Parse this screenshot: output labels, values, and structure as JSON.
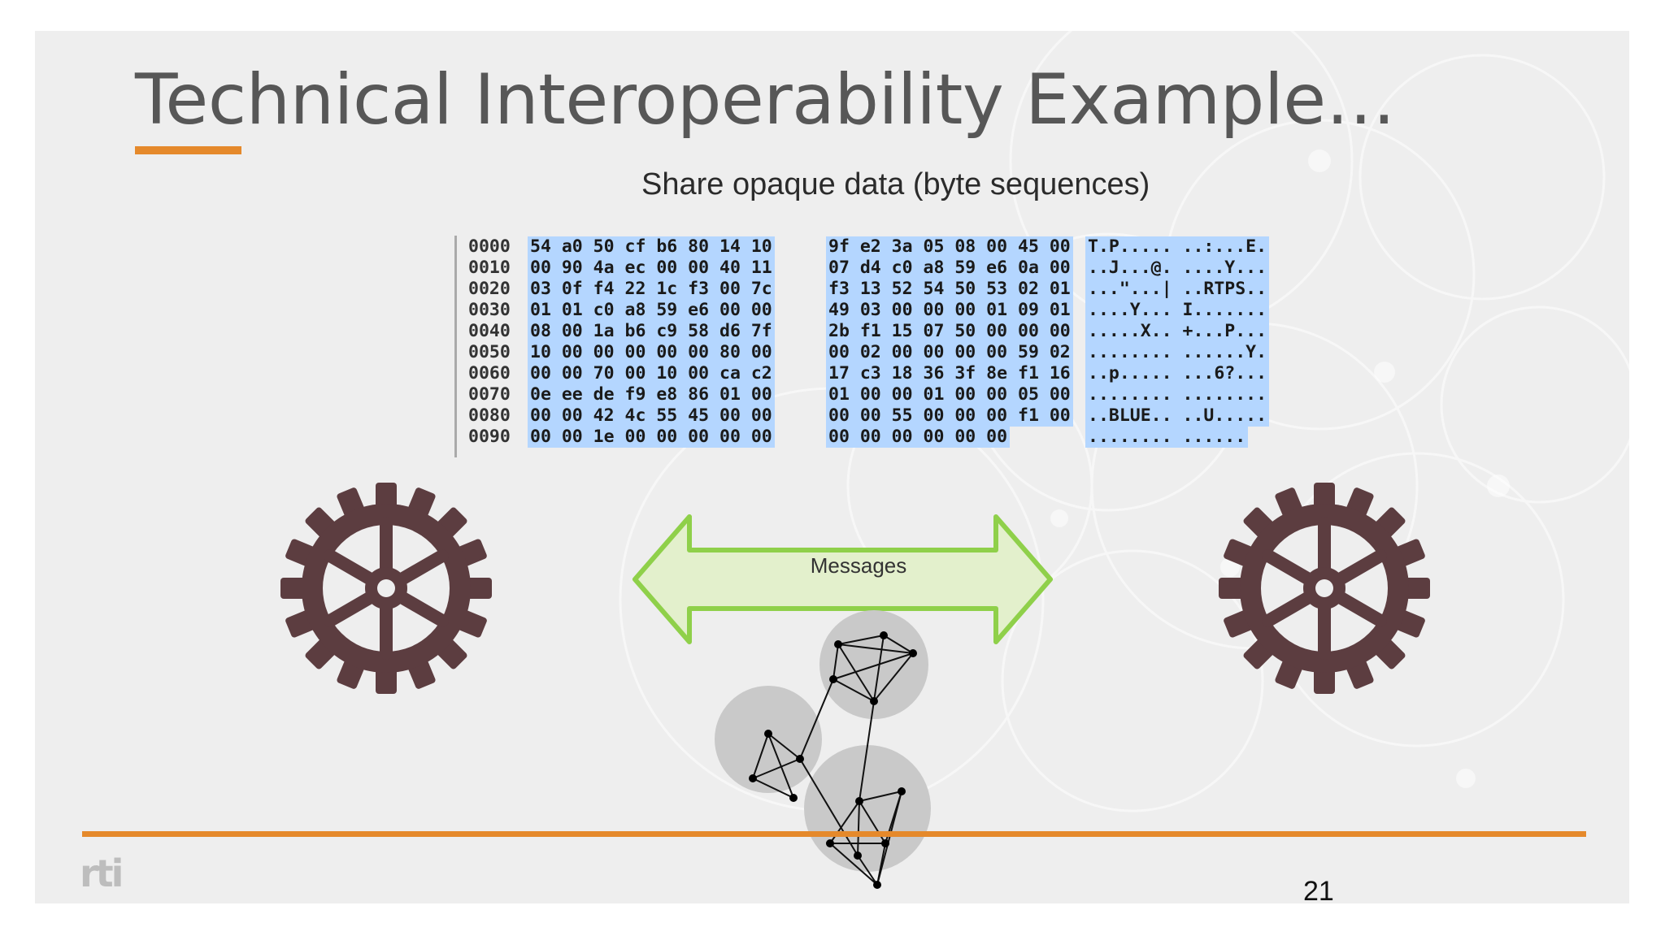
{
  "slide": {
    "title": "Technical Interoperability Example…",
    "subtitle": "Share opaque data (byte sequences)",
    "arrow_label": "Messages",
    "page_number": "21",
    "logo_text": "rti"
  },
  "hexdump": [
    {
      "offset": "0000",
      "hex1": "54 a0 50 cf b6 80 14 10",
      "hex2": "9f e2 3a 05 08 00 45 00",
      "ascii": "T.P..... ..:...E."
    },
    {
      "offset": "0010",
      "hex1": "00 90 4a ec 00 00 40 11",
      "hex2": "07 d4 c0 a8 59 e6 0a 00",
      "ascii": "..J...@. ....Y..."
    },
    {
      "offset": "0020",
      "hex1": "03 0f f4 22 1c f3 00 7c",
      "hex2": "f3 13 52 54 50 53 02 01",
      "ascii": "...\"...| ..RTPS.."
    },
    {
      "offset": "0030",
      "hex1": "01 01 c0 a8 59 e6 00 00",
      "hex2": "49 03 00 00 00 01 09 01",
      "ascii": "....Y... I......."
    },
    {
      "offset": "0040",
      "hex1": "08 00 1a b6 c9 58 d6 7f",
      "hex2": "2b f1 15 07 50 00 00 00",
      "ascii": ".....X.. +...P..."
    },
    {
      "offset": "0050",
      "hex1": "10 00 00 00 00 00 80 00",
      "hex2": "00 02 00 00 00 00 59 02",
      "ascii": "........ ......Y."
    },
    {
      "offset": "0060",
      "hex1": "00 00 70 00 10 00 ca c2",
      "hex2": "17 c3 18 36 3f 8e f1 16",
      "ascii": "..p..... ...6?..."
    },
    {
      "offset": "0070",
      "hex1": "0e ee de f9 e8 86 01 00",
      "hex2": "01 00 00 01 00 00 05 00",
      "ascii": "........ ........"
    },
    {
      "offset": "0080",
      "hex1": "00 00 42 4c 55 45 00 00",
      "hex2": "00 00 55 00 00 00 f1 00",
      "ascii": "..BLUE.. ..U....."
    },
    {
      "offset": "0090",
      "hex1": "00 00 1e 00 00 00 00 00",
      "hex2": "00 00 00 00 00 00",
      "ascii": "........ ......"
    }
  ],
  "colors": {
    "accent": "#e5892b",
    "gear": "#5c3d40",
    "highlight": "#b4d6ff",
    "arrow_fill": "#e3f0cc",
    "arrow_stroke": "#8fd04a"
  },
  "icons": [
    "gear-left-icon",
    "gear-right-icon",
    "double-arrow-icon",
    "network-graph-icon"
  ]
}
